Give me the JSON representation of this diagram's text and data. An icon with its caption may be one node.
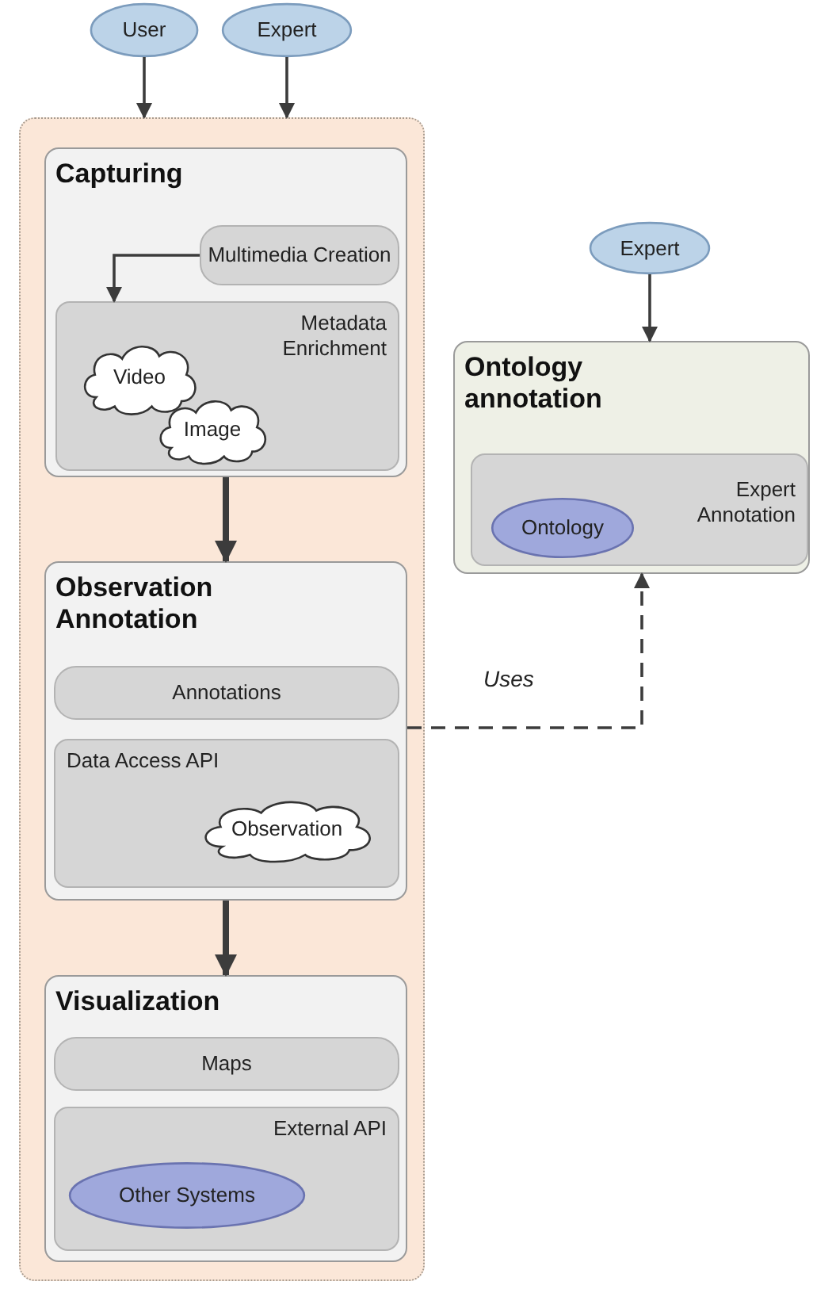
{
  "diagram": {
    "nodes": [
      {
        "text": [
          "User"
        ]
      },
      {
        "text": [
          "Expert"
        ]
      },
      {
        "text": [],
        "shape": "box"
      },
      {
        "text": [
          "Capturing"
        ],
        "in": 2
      },
      {
        "text": [
          "Multimedia Creation"
        ],
        "in": 3
      },
      {
        "text": [
          "Metadata Enrichment"
        ],
        "in": 3
      },
      {
        "text": [
          "Video"
        ],
        "in": 5
      },
      {
        "text": [
          "Image"
        ],
        "in": 5
      },
      {
        "text": [
          "Observation Annotation"
        ],
        "in": 2
      },
      {
        "text": [
          "Annotations"
        ],
        "in": 8
      },
      {
        "text": [
          "Data Access API"
        ],
        "in": 8
      },
      {
        "text": [
          "Observation"
        ],
        "in": 10
      },
      {
        "text": [
          "Visualization"
        ],
        "in": 2
      },
      {
        "text": [
          "Maps"
        ],
        "in": 12
      },
      {
        "text": [
          "External API"
        ],
        "in": 12
      },
      {
        "text": [
          "Other Systems"
        ],
        "in": 14
      },
      {
        "text": [
          "Expert"
        ]
      },
      {
        "text": [
          "Ontology annotation"
        ]
      },
      {
        "text": [
          "Expert Annotation"
        ],
        "in": 17
      },
      {
        "text": [
          "Ontology"
        ],
        "in": 18
      }
    ],
    "edges": [
      {
        "from": 0,
        "to": 2,
        "arrow": "to"
      },
      {
        "from": 1,
        "to": 2,
        "arrow": "to"
      },
      {
        "from": 4,
        "to": 5,
        "arrow": "to"
      },
      {
        "from": 3,
        "to": 8,
        "arrow": "to",
        "style": "thick"
      },
      {
        "from": 8,
        "to": 12,
        "arrow": "to",
        "style": "thick"
      },
      {
        "from": 16,
        "to": 17,
        "arrow": "to"
      },
      {
        "from": 8,
        "to": 17,
        "arrow": "to",
        "style": "dashed",
        "label": "Uses"
      }
    ]
  }
}
